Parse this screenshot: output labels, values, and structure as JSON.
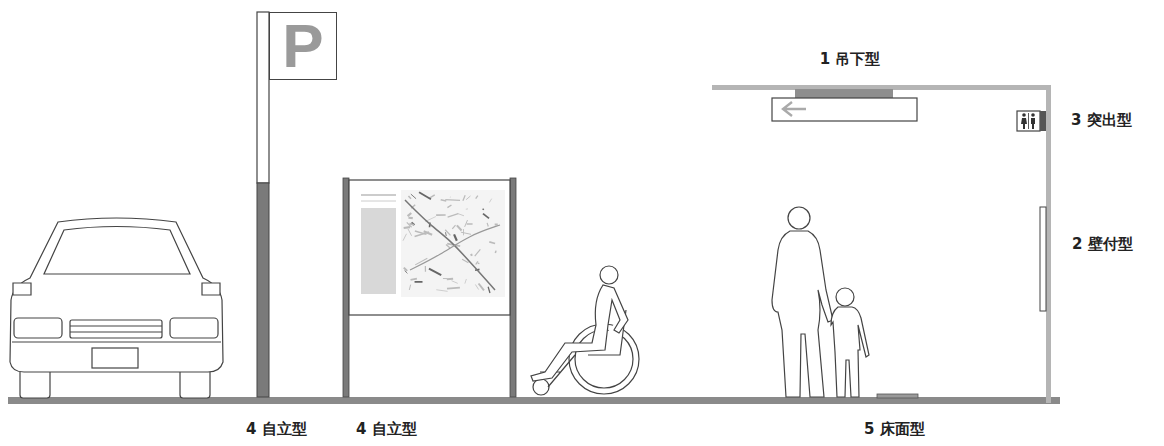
{
  "diagram": {
    "nodes": [
      {
        "text": [
          "P"
        ]
      }
    ],
    "labels": [
      "1 吊下型",
      "3 突出型",
      "2 壁付型",
      "4 自立型",
      "4 自立型",
      "5 床面型"
    ]
  }
}
